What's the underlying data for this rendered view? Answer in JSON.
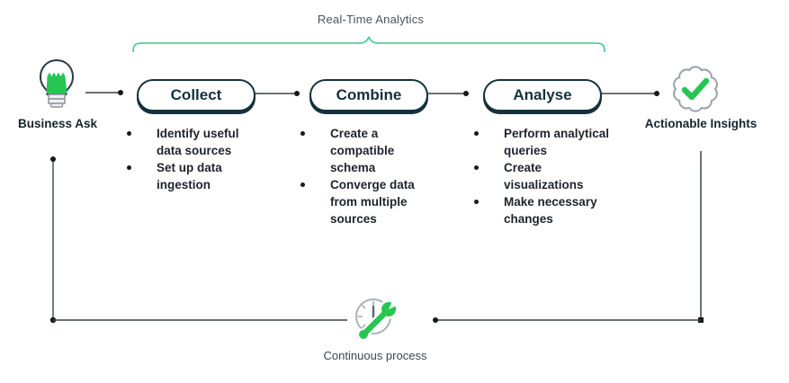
{
  "title": "Real-Time Analytics",
  "nodes": {
    "left": {
      "label": "Business Ask",
      "icon": "lightbulb-icon"
    },
    "right": {
      "label": "Actionable Insights",
      "icon": "verified-badge-icon"
    }
  },
  "stages": [
    {
      "label": "Collect",
      "items": [
        "Identify useful data sources",
        "Set up data ingestion"
      ]
    },
    {
      "label": "Combine",
      "items": [
        "Create a compatible schema",
        "Converge data from multiple sources"
      ]
    },
    {
      "label": "Analyse",
      "items": [
        "Perform analytical queries",
        "Create visualizations",
        "Make necessary changes"
      ]
    }
  ],
  "footer": {
    "label": "Continuous process",
    "icon": "clock-wrench-icon"
  },
  "colors": {
    "accent_green": "#27C653",
    "brace_mint": "#3CC98F",
    "pill_navy": "#14313B",
    "text_dark": "#1d242b",
    "line_gray": "#3a4046",
    "icon_outline_gray": "#9aa3ab"
  }
}
